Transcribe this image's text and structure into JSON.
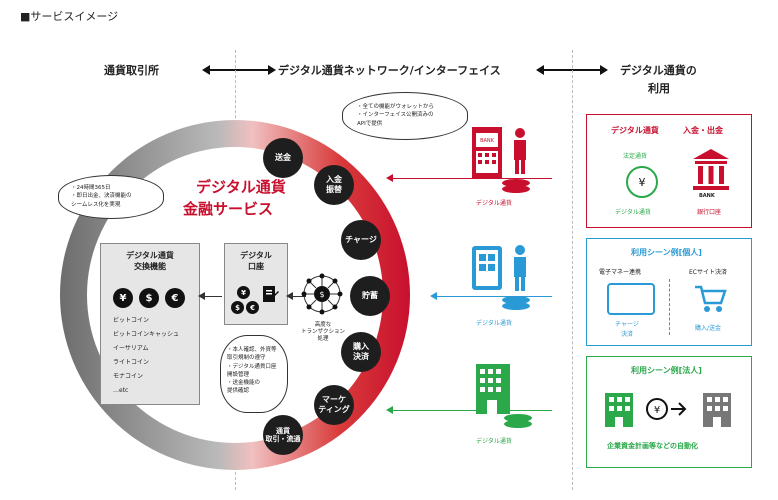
{
  "title": "■サービスイメージ",
  "headers": {
    "left": "通貨取引所",
    "center": "デジタル通貨ネットワーク/インターフェイス",
    "right_line1": "デジタル通貨の",
    "right_line2": "利用"
  },
  "service_title_line1": "デジタル通貨",
  "service_title_line2": "金融サービス",
  "bubble_left": [
    "・24時間365日",
    "・即日出金、決済機能の",
    "シームレス化を実現"
  ],
  "bubble_top": [
    "・全ての機能がウォレットから",
    "・インターフェイス公開済みの",
    "APIで提供"
  ],
  "bubble_wallet": [
    "・本人確認、外資等",
    "取引規制の遵守",
    "・デジタル通貨口座",
    "開設管理",
    "・送金機能の",
    "提供確認"
  ],
  "exchange_box": {
    "title_line1": "デジタル通貨",
    "title_line2": "交換機能",
    "coins": [
      "¥",
      "$",
      "€"
    ],
    "list": [
      "ビットコイン",
      "ビットコインキャッシュ",
      "イーサリアム",
      "ライトコイン",
      "モナコイン",
      "…etc"
    ]
  },
  "wallet_box": {
    "title_line1": "デジタル",
    "title_line2": "口座",
    "coin_symbols": [
      "¥",
      "$",
      "€"
    ]
  },
  "network_label": [
    "高度な",
    "トランザクション",
    "処理"
  ],
  "circle_buttons": [
    "送金",
    "入金\n振替",
    "チャージ",
    "貯蓄",
    "購入\n決済",
    "マーケ\nティング",
    "通貨\n取引・流通"
  ],
  "flow_labels": [
    "デジタル通貨",
    "デジタル通貨",
    "デジタル通貨"
  ],
  "panel_top": {
    "title_left": "デジタル通貨",
    "title_right": "入金・出金",
    "sub_top": "法定通貨",
    "sub_bottom": "デジタル通貨",
    "bank_caption": "銀行口座",
    "bank_label": "BANK"
  },
  "panel_mid": {
    "title": "利用シーン例[個人]",
    "left_label": "電子マネー連携",
    "right_label": "ECサイト決済",
    "left_caption_line1": "チャージ",
    "left_caption_line2": "決済",
    "right_caption": "購入/送金"
  },
  "panel_bottom": {
    "title": "利用シーン例[法人]",
    "caption": "企業資金計画等などの自動化"
  },
  "colors": {
    "red": "#c8102e",
    "blue": "#2a9ad6",
    "green": "#2aa84a",
    "dark": "#1e1e1e"
  }
}
